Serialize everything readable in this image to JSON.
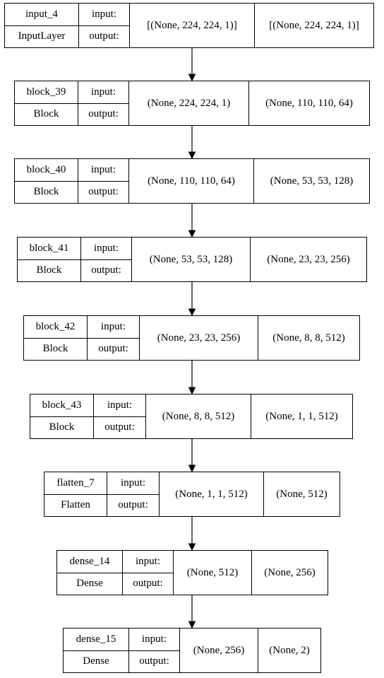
{
  "port_labels": {
    "input": "input:",
    "output": "output:"
  },
  "layers": [
    {
      "name": "input_4",
      "type": "InputLayer",
      "input_shape": "[(None, 224, 224, 1)]",
      "output_shape": "[(None, 224, 224, 1)]"
    },
    {
      "name": "block_39",
      "type": "Block",
      "input_shape": "(None, 224, 224, 1)",
      "output_shape": "(None, 110, 110, 64)"
    },
    {
      "name": "block_40",
      "type": "Block",
      "input_shape": "(None, 110, 110, 64)",
      "output_shape": "(None, 53, 53, 128)"
    },
    {
      "name": "block_41",
      "type": "Block",
      "input_shape": "(None, 53, 53, 128)",
      "output_shape": "(None, 23, 23, 256)"
    },
    {
      "name": "block_42",
      "type": "Block",
      "input_shape": "(None, 23, 23, 256)",
      "output_shape": "(None, 8, 8, 512)"
    },
    {
      "name": "block_43",
      "type": "Block",
      "input_shape": "(None, 8, 8, 512)",
      "output_shape": "(None, 1, 1, 512)"
    },
    {
      "name": "flatten_7",
      "type": "Flatten",
      "input_shape": "(None, 1, 1, 512)",
      "output_shape": "(None, 512)"
    },
    {
      "name": "dense_14",
      "type": "Dense",
      "input_shape": "(None, 512)",
      "output_shape": "(None, 256)"
    },
    {
      "name": "dense_15",
      "type": "Dense",
      "input_shape": "(None, 256)",
      "output_shape": "(None, 2)"
    }
  ]
}
